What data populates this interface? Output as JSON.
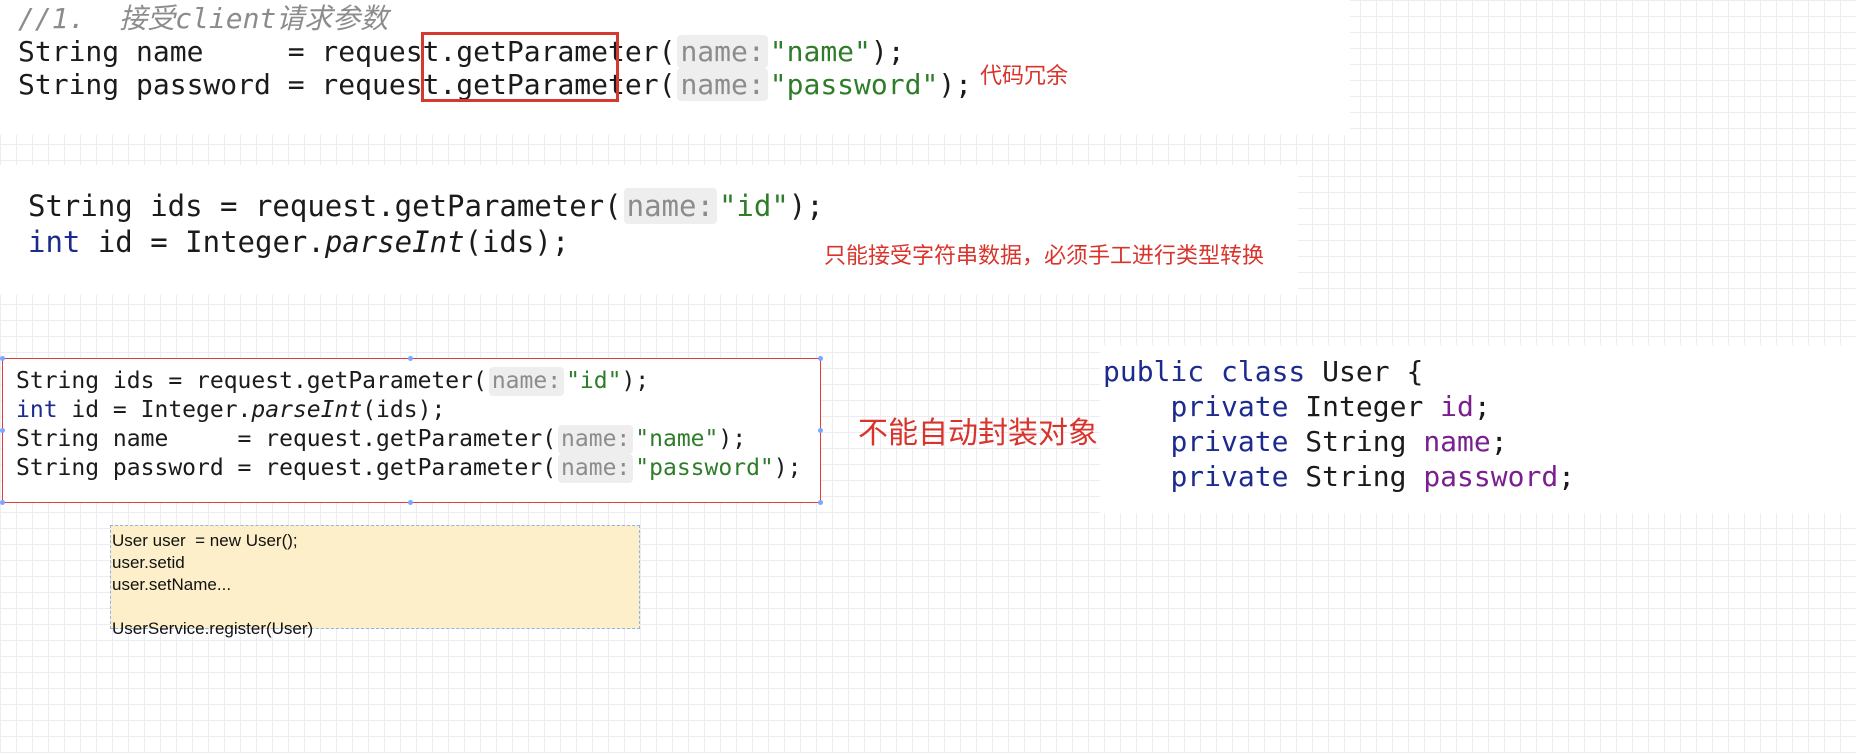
{
  "block1": {
    "comment": "//1.  接受client请求参数",
    "line1": {
      "a": "String name     = request.",
      "fn": "getParameter",
      "b": "(",
      "hint": "name:",
      "str": "\"name\"",
      "end": ");"
    },
    "line2": {
      "a": "String password = request.",
      "fn": "getParameter",
      "b": "(",
      "hint": "name:",
      "str": "\"password\"",
      "end": ");"
    },
    "note": "代码冗余"
  },
  "block2": {
    "line1": {
      "a": "String ids = request.getParameter(",
      "hint": "name:",
      "str": "\"id\"",
      "end": ");"
    },
    "line2": {
      "kw": "int",
      "a": " id = Integer.",
      "it": "parseInt",
      "end": "(ids);"
    },
    "note": "只能接受字符串数据，必须手工进行类型转换"
  },
  "block3": {
    "line1": {
      "a": "String ids = request.getParameter(",
      "hint": "name:",
      "str": "\"id\"",
      "end": ");"
    },
    "line2": {
      "kw": "int",
      "a": " id = Integer.",
      "it": "parseInt",
      "end": "(ids);"
    },
    "line3": {
      "a": "String name     = request.getParameter(",
      "hint": "name:",
      "str": "\"name\"",
      "end": ");"
    },
    "line4": {
      "a": "String password = request.getParameter(",
      "hint": "name:",
      "str": "\"password\"",
      "end": ");"
    },
    "note": "不能自动封装对象"
  },
  "user_class": {
    "line1": {
      "kw": "public class",
      "a": " User {"
    },
    "line2": {
      "indent": "    ",
      "kw": "private",
      "type": " Integer ",
      "field": "id",
      "end": ";"
    },
    "line3": {
      "indent": "    ",
      "kw": "private",
      "type": " String ",
      "field": "name",
      "end": ";"
    },
    "line4": {
      "indent": "    ",
      "kw": "private",
      "type": " String ",
      "field": "password",
      "end": ";"
    }
  },
  "sticky": {
    "lines": [
      "User user  = new User();",
      "user.setid",
      "user.setName...",
      "",
      "UserService.register(User)"
    ]
  },
  "colors": {
    "annotation": "#d8342c",
    "keyword": "#1d2b8f",
    "string": "#2f7d2a",
    "field": "#7a1f8e",
    "sticky_bg": "#fdefc9"
  }
}
